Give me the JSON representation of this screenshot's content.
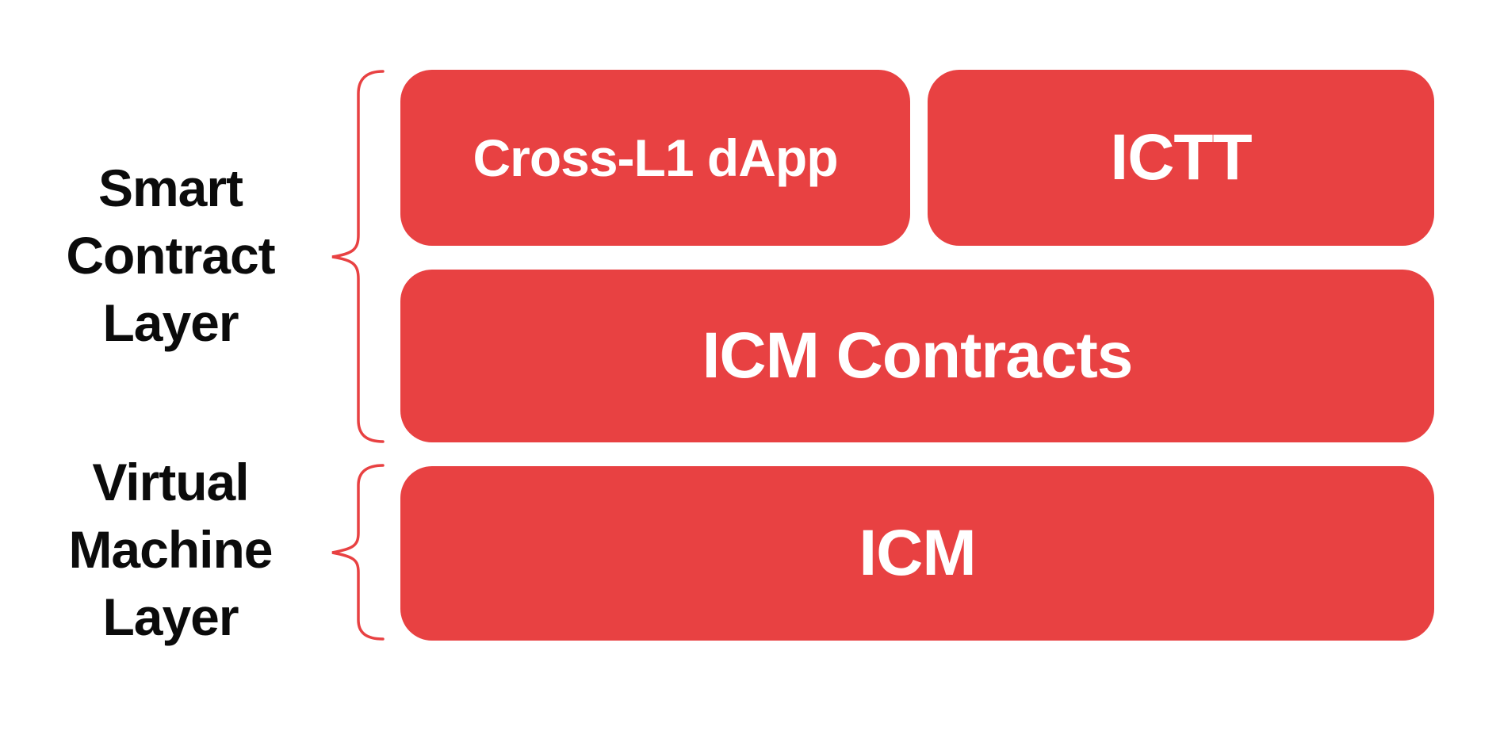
{
  "colors": {
    "accent_red": "#E84142",
    "label_black": "#0B0B0B",
    "box_text_white": "#FFFFFF",
    "background": "#FFFFFF"
  },
  "diagram": {
    "groups": [
      {
        "name": "smart-contract-layer",
        "label_lines": [
          "Smart",
          "Contract",
          "Layer"
        ],
        "boxes": [
          {
            "id": "cross-l1-dapp",
            "label": "Cross-L1 dApp"
          },
          {
            "id": "ictt",
            "label": "ICTT"
          },
          {
            "id": "icm-contracts",
            "label": "ICM Contracts"
          }
        ]
      },
      {
        "name": "virtual-machine-layer",
        "label_lines": [
          "Virtual",
          "Machine",
          "Layer"
        ],
        "boxes": [
          {
            "id": "icm",
            "label": "ICM"
          }
        ]
      }
    ]
  }
}
